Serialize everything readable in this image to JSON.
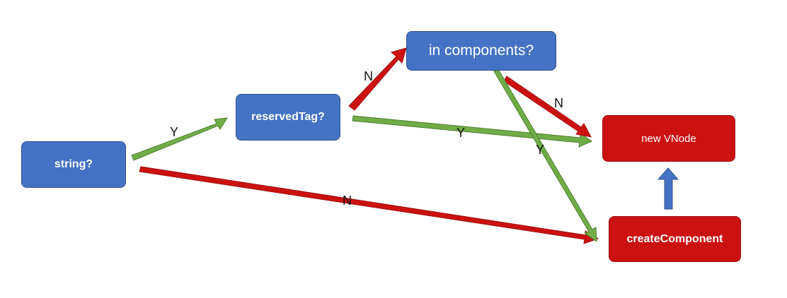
{
  "nodes": {
    "string": "string?",
    "reserved_tag": "reservedTag?",
    "in_components": "in components?",
    "new_vnode": "new VNode",
    "create_component": "createComponent"
  },
  "edge_labels": {
    "string_to_reserved": "Y",
    "string_to_create": "N",
    "reserved_to_components": "N",
    "reserved_to_vnode": "Y",
    "components_to_vnode": "N",
    "components_to_create": "Y"
  },
  "colors": {
    "decision_node": "#4472c4",
    "result_node": "#cc1111",
    "yes_arrow": "#70ad47",
    "no_arrow": "#cc1111",
    "up_arrow": "#4472c4"
  }
}
